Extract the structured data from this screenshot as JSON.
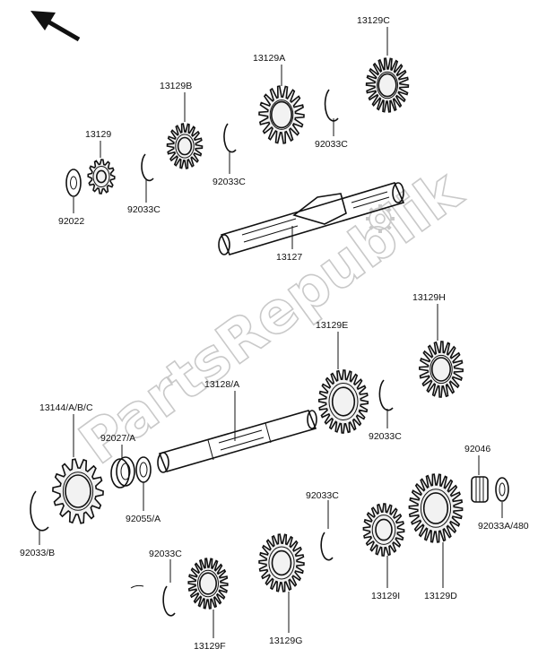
{
  "watermark": "PartsRepublik",
  "labels": {
    "l13129C": "13129C",
    "l13129A": "13129A",
    "l13129B": "13129B",
    "l13129": "13129",
    "l92033C_a": "92033C",
    "l92033C_b": "92033C",
    "l92033C_c": "92033C",
    "l92022": "92022",
    "l13127": "13127",
    "l13129H": "13129H",
    "l13129E": "13129E",
    "l13128A": "13128/A",
    "l13144": "13144/A/B/C",
    "l92027A": "92027/A",
    "l92033C_d": "92033C",
    "l92046": "92046",
    "l92033C_e": "92033C",
    "l92033A480": "92033A/480",
    "l92055A": "92055/A",
    "l92033B": "92033/B",
    "l92033C_f": "92033C",
    "l13129I": "13129I",
    "l13129D": "13129D",
    "l13129F": "13129F",
    "l13129G": "13129G"
  }
}
